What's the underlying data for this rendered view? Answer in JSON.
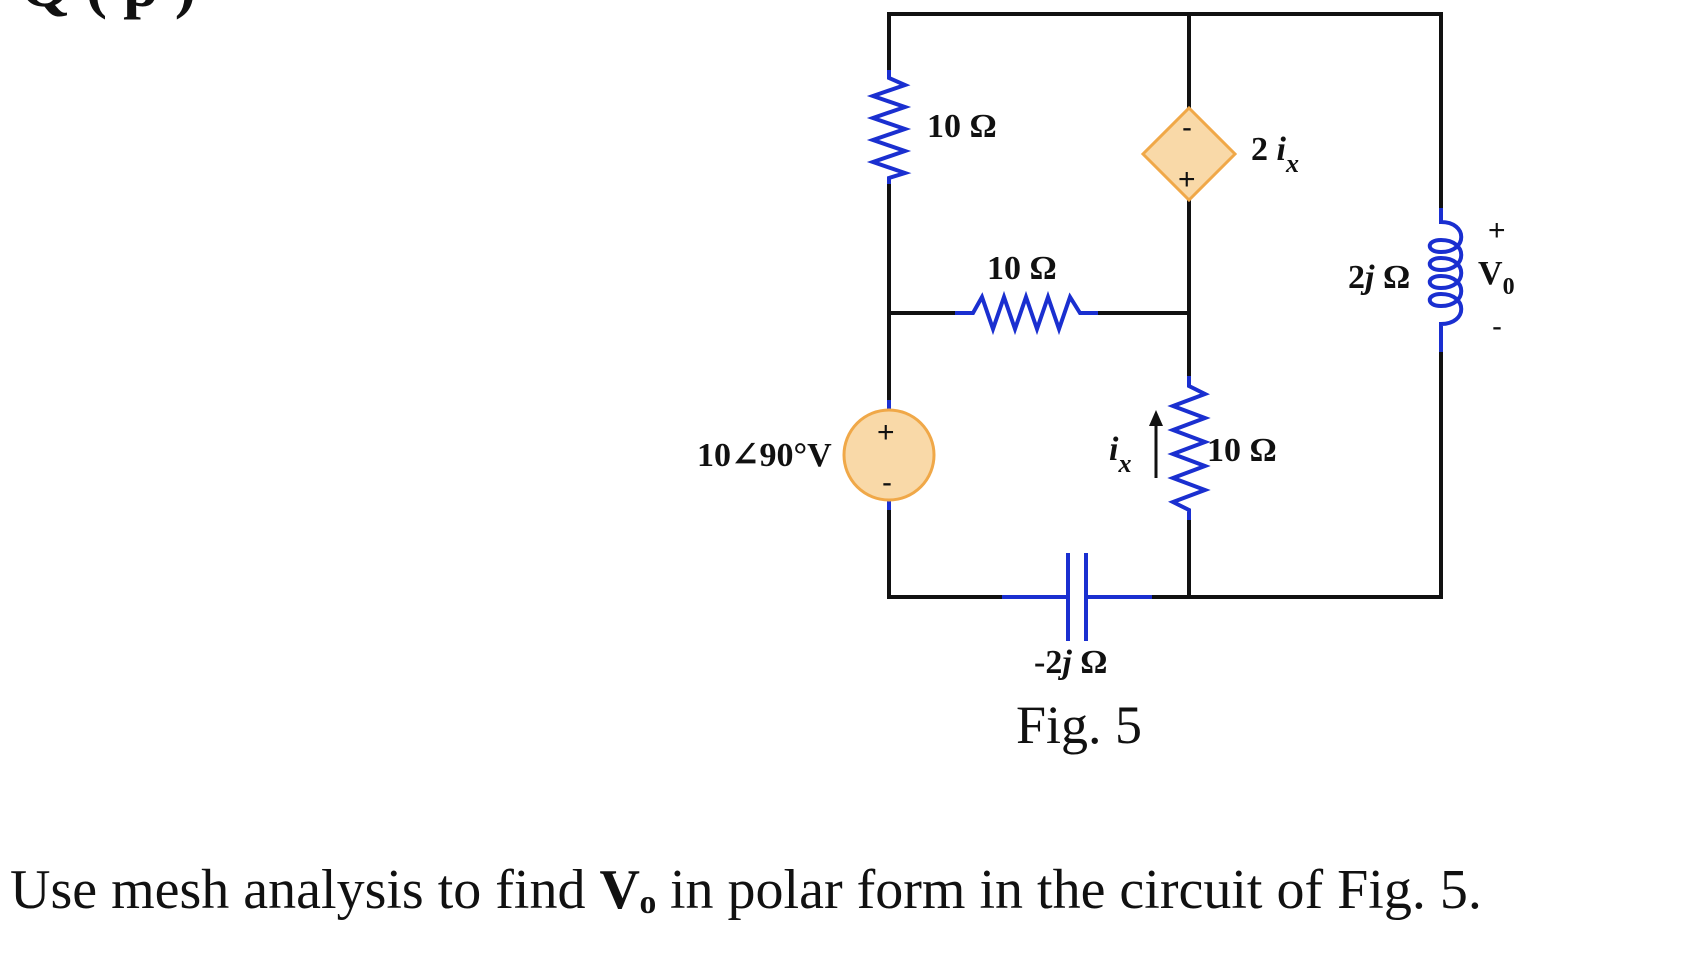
{
  "heading_fragment": "Q (  p  )",
  "diagram": {
    "resistor_top_left": "10 Ω",
    "resistor_middle": "10 Ω",
    "resistor_right_center": "10 Ω",
    "dependent_source": {
      "label_coef": "2 ",
      "label_var": "i",
      "label_sub": "x",
      "sign_top": "-",
      "sign_bottom": "+"
    },
    "voltage_source": {
      "label": "10∠90°V",
      "sign_top": "+",
      "sign_bottom": "-"
    },
    "current_label": {
      "var": "i",
      "sub": "x"
    },
    "capacitor": {
      "label_pre": "-2",
      "label_j": "j",
      "label_post": " Ω"
    },
    "inductor": {
      "label_pre": "2",
      "label_j": "j",
      "label_post": " Ω"
    },
    "output": {
      "plus": "+",
      "name": "V",
      "sub": "0",
      "minus": "-"
    },
    "colors": {
      "wire": "#111111",
      "component": "#1a2fd0",
      "source_fill": "#f9d9a8",
      "source_stroke": "#f0a848"
    }
  },
  "figure_caption": "Fig. 5",
  "question": {
    "pre": "Use mesh analysis to find ",
    "bold": "Vₒ",
    "post": " in polar form in the circuit of Fig. 5."
  }
}
